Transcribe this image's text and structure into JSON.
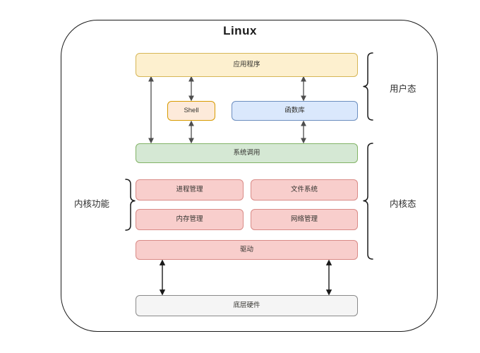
{
  "diagram": {
    "title": "Linux",
    "nodes": {
      "application": "应用程序",
      "shell": "Shell",
      "library": "函数库",
      "syscall": "系统调用",
      "process_mgmt": "进程管理",
      "file_system": "文件系统",
      "memory_mgmt": "内存管理",
      "network_mgmt": "网络管理",
      "driver": "驱动",
      "hardware": "底层硬件"
    },
    "annotations": {
      "user_mode": "用户态",
      "kernel_mode": "内核态",
      "kernel_functions": "内核功能"
    },
    "colors": {
      "application_fill": "#fdf0cf",
      "application_stroke": "#d6b656",
      "shell_fill": "#fdeada",
      "shell_stroke": "#d79b00",
      "library_fill": "#dae8fc",
      "library_stroke": "#6c8ebf",
      "syscall_fill": "#d5e8d4",
      "syscall_stroke": "#82b366",
      "kernel_fill": "#f8cecc",
      "kernel_stroke": "#d98b87",
      "hardware_fill": "#f5f5f5",
      "hardware_stroke": "#8a8a8a",
      "frame_stroke": "#1a1a1a",
      "arrow_stroke": "#4d4d4d"
    }
  }
}
